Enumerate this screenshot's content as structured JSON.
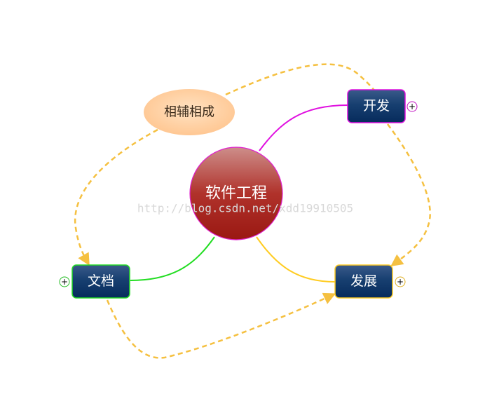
{
  "center": {
    "label": "软件工程"
  },
  "nodes": {
    "kaifa": {
      "label": "开发"
    },
    "wendang": {
      "label": "文档"
    },
    "fazhan": {
      "label": "发展"
    }
  },
  "callout": {
    "label": "相辅相成"
  },
  "watermark": "http://blog.csdn.net/xdd19910505",
  "expand_symbol": "+",
  "colors": {
    "center_top": "#c98a86",
    "center_bottom": "#9e1b14",
    "node_top": "#2f4f7f",
    "node_bottom": "#062b5c",
    "callout": "#ffcc99",
    "kaifa_branch": "#e010e0",
    "wendang_branch": "#22dd22",
    "fazhan_branch": "#ffcc22",
    "relation_dash": "#f5c040"
  }
}
